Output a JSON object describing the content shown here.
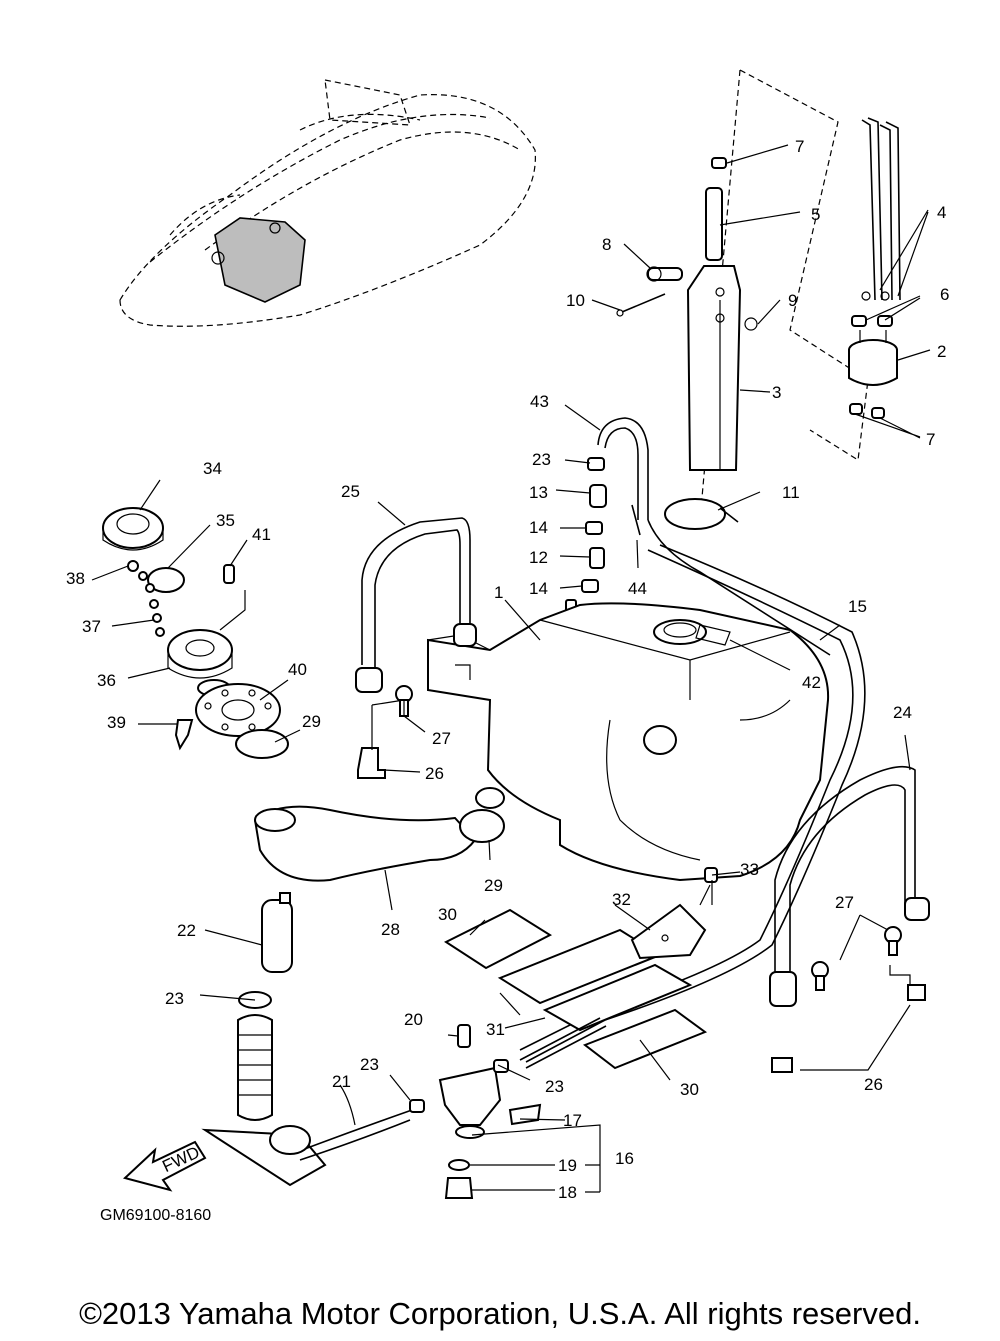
{
  "diagram_code": "GM69100-8160",
  "copyright": "©2013 Yamaha Motor Corporation, U.S.A. All rights reserved.",
  "fwd_label": "FWD",
  "callouts": [
    {
      "id": "c1",
      "text": "1"
    },
    {
      "id": "c2",
      "text": "2"
    },
    {
      "id": "c3",
      "text": "3"
    },
    {
      "id": "c4",
      "text": "4"
    },
    {
      "id": "c5",
      "text": "5"
    },
    {
      "id": "c6",
      "text": "6"
    },
    {
      "id": "c7a",
      "text": "7"
    },
    {
      "id": "c7b",
      "text": "7"
    },
    {
      "id": "c8",
      "text": "8"
    },
    {
      "id": "c9",
      "text": "9"
    },
    {
      "id": "c10",
      "text": "10"
    },
    {
      "id": "c11",
      "text": "11"
    },
    {
      "id": "c12",
      "text": "12"
    },
    {
      "id": "c13",
      "text": "13"
    },
    {
      "id": "c14a",
      "text": "14"
    },
    {
      "id": "c14b",
      "text": "14"
    },
    {
      "id": "c15",
      "text": "15"
    },
    {
      "id": "c16",
      "text": "16"
    },
    {
      "id": "c17",
      "text": "17"
    },
    {
      "id": "c18",
      "text": "18"
    },
    {
      "id": "c19",
      "text": "19"
    },
    {
      "id": "c20",
      "text": "20"
    },
    {
      "id": "c21",
      "text": "21"
    },
    {
      "id": "c22",
      "text": "22"
    },
    {
      "id": "c23a",
      "text": "23"
    },
    {
      "id": "c23b",
      "text": "23"
    },
    {
      "id": "c23c",
      "text": "23"
    },
    {
      "id": "c23d",
      "text": "23"
    },
    {
      "id": "c24",
      "text": "24"
    },
    {
      "id": "c25",
      "text": "25"
    },
    {
      "id": "c26a",
      "text": "26"
    },
    {
      "id": "c26b",
      "text": "26"
    },
    {
      "id": "c27a",
      "text": "27"
    },
    {
      "id": "c27b",
      "text": "27"
    },
    {
      "id": "c28",
      "text": "28"
    },
    {
      "id": "c29a",
      "text": "29"
    },
    {
      "id": "c29b",
      "text": "29"
    },
    {
      "id": "c30a",
      "text": "30"
    },
    {
      "id": "c30b",
      "text": "30"
    },
    {
      "id": "c31",
      "text": "31"
    },
    {
      "id": "c32",
      "text": "32"
    },
    {
      "id": "c33",
      "text": "33"
    },
    {
      "id": "c34",
      "text": "34"
    },
    {
      "id": "c35",
      "text": "35"
    },
    {
      "id": "c36",
      "text": "36"
    },
    {
      "id": "c37",
      "text": "37"
    },
    {
      "id": "c38",
      "text": "38"
    },
    {
      "id": "c39",
      "text": "39"
    },
    {
      "id": "c40",
      "text": "40"
    },
    {
      "id": "c41",
      "text": "41"
    },
    {
      "id": "c42",
      "text": "42"
    },
    {
      "id": "c43",
      "text": "43"
    },
    {
      "id": "c44",
      "text": "44"
    }
  ]
}
